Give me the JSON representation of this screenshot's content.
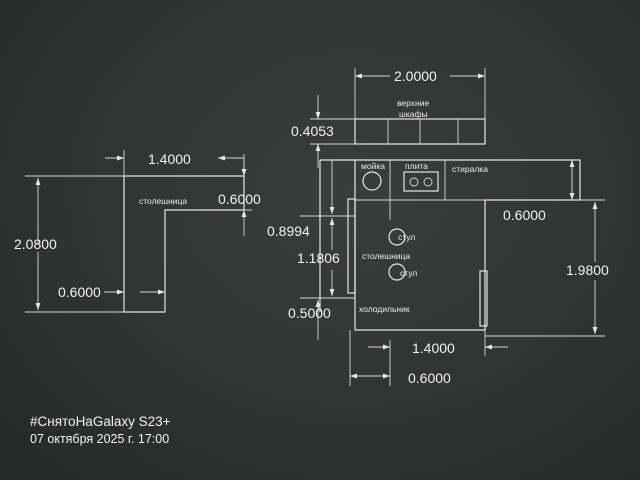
{
  "drawing": {
    "left_plan": {
      "dim_top": "1.4000",
      "dim_right": "0.6000",
      "dim_left_total": "2.0800",
      "dim_bottom": "0.6000",
      "label_counter": "столешница"
    },
    "right_plan": {
      "dim_top_cabinets": "2.0000",
      "dim_cabinet_height": "0.4053",
      "label_upper_cabinets_line1": "верхние",
      "label_upper_cabinets_line2": "шкафы",
      "label_sink": "мойка",
      "label_stove": "плита",
      "label_washer": "стиралка",
      "dim_right_depth": "0.6000",
      "dim_right_total": "1.9800",
      "dim_left_upper": "0.8994",
      "dim_left_middle": "1.1806",
      "dim_left_lower": "0.5000",
      "label_chair_1": "стул",
      "label_chair_2": "стул",
      "label_counter": "столешница",
      "label_fridge": "холодильник",
      "dim_bottom_total": "1.4000",
      "dim_bottom_small": "0.6000"
    }
  },
  "watermark": {
    "tag": "#СнятоНаGalaxy S23+",
    "date": "07 октября 2025 г. 17:00"
  }
}
